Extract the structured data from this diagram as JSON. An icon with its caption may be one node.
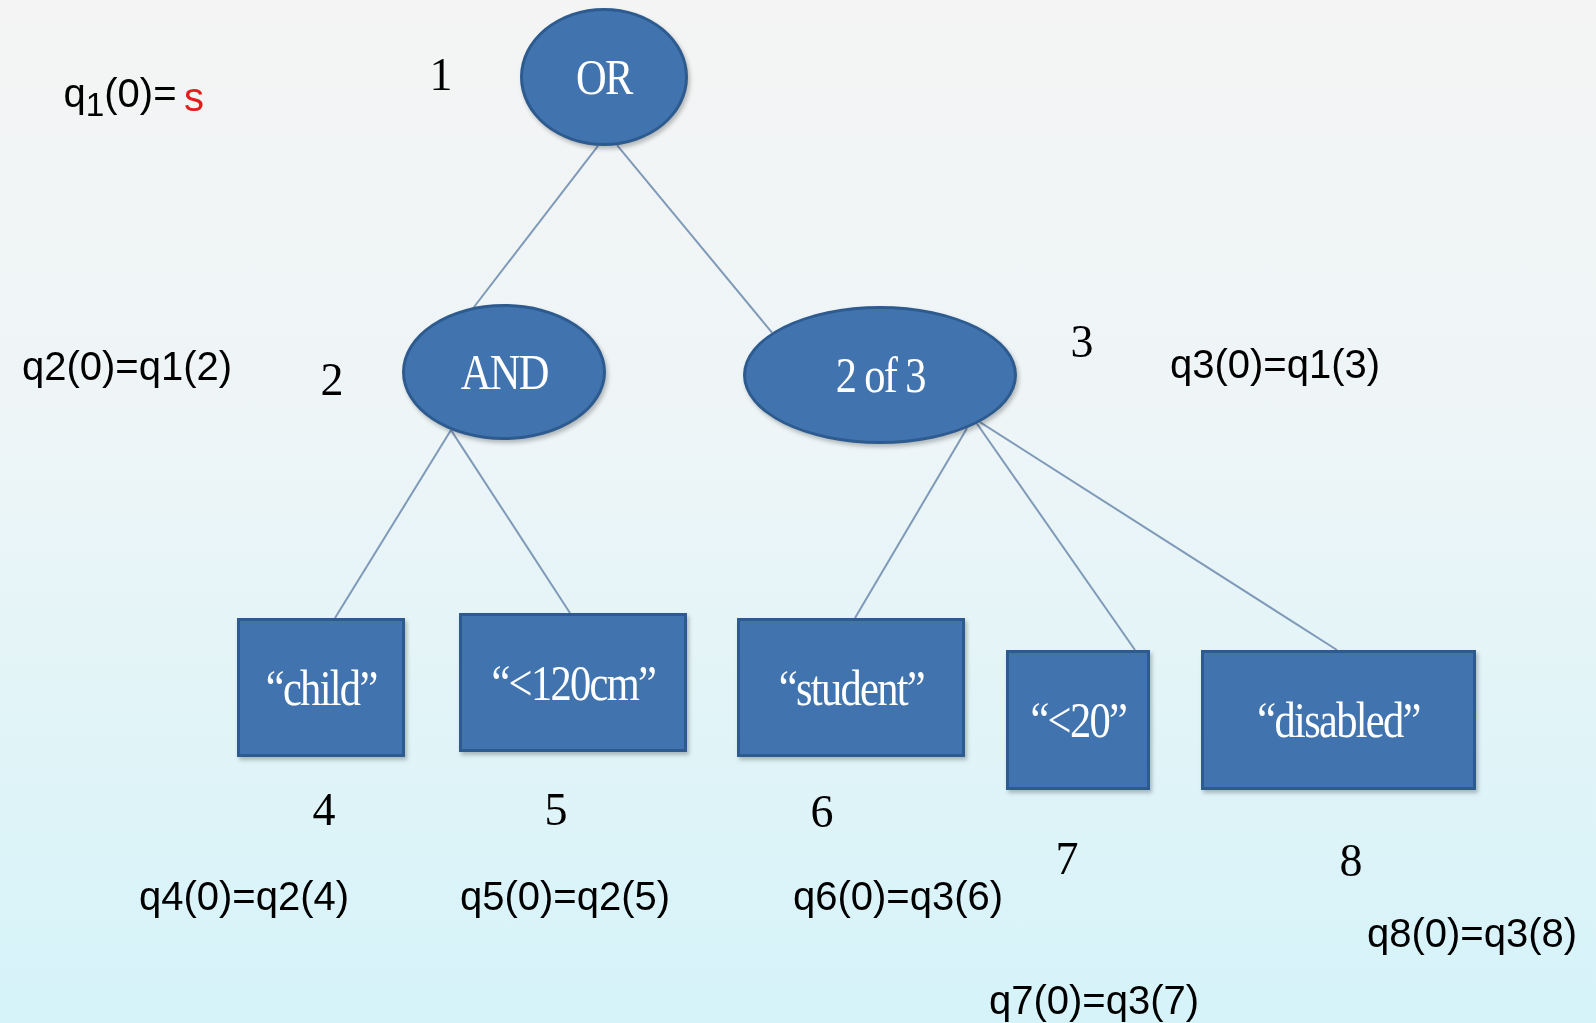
{
  "diagram": {
    "nodes": [
      {
        "text": [
          "OR"
        ],
        "beside": [
          "1",
          "q$_{1}$(0)=",
          "s"
        ]
      },
      {
        "text": [
          "AND"
        ],
        "beside": [
          "2",
          "q2(0)=q1(2)"
        ]
      },
      {
        "text": [
          "2 of 3"
        ],
        "beside": [
          "3",
          "q3(0)=q1(3)"
        ]
      },
      {
        "text": [
          "“child”"
        ],
        "beside": [
          "4",
          "q4(0)=q2(4)"
        ]
      },
      {
        "text": [
          "“<120cm”"
        ],
        "beside": [
          "5",
          "q5(0)=q2(5)"
        ]
      },
      {
        "text": [
          "“student”"
        ],
        "beside": [
          "6",
          "q6(0)=q3(6)"
        ]
      },
      {
        "text": [
          "“<20”"
        ],
        "beside": [
          "7",
          "q7(0)=q3(7)"
        ]
      },
      {
        "text": [
          "“disabled”"
        ],
        "beside": [
          "8",
          "q8(0)=q3(8)"
        ]
      }
    ],
    "edges": [
      {
        "from": 0,
        "to": 1,
        "arrow": "none"
      },
      {
        "from": 0,
        "to": 2,
        "arrow": "none"
      },
      {
        "from": 1,
        "to": 3,
        "arrow": "none"
      },
      {
        "from": 1,
        "to": 4,
        "arrow": "none"
      },
      {
        "from": 2,
        "to": 5,
        "arrow": "none"
      },
      {
        "from": 2,
        "to": 6,
        "arrow": "none"
      },
      {
        "from": 2,
        "to": 7,
        "arrow": "none"
      }
    ]
  }
}
